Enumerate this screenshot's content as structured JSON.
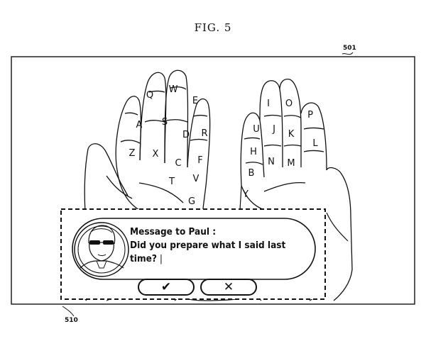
{
  "figure": {
    "title": "FIG. 5",
    "ref_display": "501",
    "ref_popup": "510"
  },
  "keyboard": {
    "keys": [
      {
        "label": "Q"
      },
      {
        "label": "W"
      },
      {
        "label": "E"
      },
      {
        "label": "A"
      },
      {
        "label": "S"
      },
      {
        "label": "D"
      },
      {
        "label": "R"
      },
      {
        "label": "Z"
      },
      {
        "label": "X"
      },
      {
        "label": "C"
      },
      {
        "label": "F"
      },
      {
        "label": "T"
      },
      {
        "label": "V"
      },
      {
        "label": "G"
      },
      {
        "label": "I"
      },
      {
        "label": "O"
      },
      {
        "label": "P"
      },
      {
        "label": "U"
      },
      {
        "label": "J"
      },
      {
        "label": "K"
      },
      {
        "label": "L"
      },
      {
        "label": "H"
      },
      {
        "label": "N"
      },
      {
        "label": "M"
      },
      {
        "label": "B"
      },
      {
        "label": "Y"
      }
    ]
  },
  "message": {
    "header": "Message to Paul :",
    "body_line1": "Did you prepare what I said last",
    "body_line2": "time?",
    "caret": "|",
    "confirm_icon": "check-icon",
    "confirm_glyph": "✔",
    "cancel_icon": "close-icon",
    "cancel_glyph": "✕"
  }
}
